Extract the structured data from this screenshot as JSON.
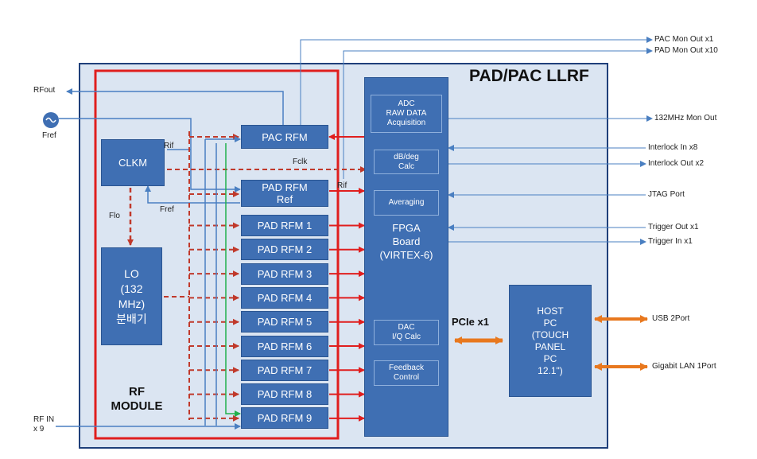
{
  "title": "PAD/PAC LLRF",
  "rf_module_label": "RF\nMODULE",
  "blocks": {
    "clkm": "CLKM",
    "lo": "LO\n(132\nMHz)\n분배기",
    "pac_rfm": "PAC RFM",
    "pad_rfm_ref": "PAD RFM\nRef",
    "pad_rfms": [
      "PAD RFM 1",
      "PAD RFM 2",
      "PAD RFM 3",
      "PAD RFM 4",
      "PAD RFM 5",
      "PAD RFM 6",
      "PAD RFM 7",
      "PAD RFM 8",
      "PAD RFM 9"
    ],
    "fpga": "FPGA\nBoard\n(VIRTEX-6)",
    "host": "HOST\nPC\n(TOUCH\nPANEL\nPC\n12.1\")"
  },
  "fpga_subs": [
    "ADC\nRAW DATA\nAcquisition",
    "dB/deg\nCalc",
    "Averaging",
    "DAC\nI/Q Calc",
    "Feedback\nControl"
  ],
  "signals": {
    "rfout": "RFout",
    "fref": "Fref",
    "fref2": "Fref",
    "rif": "Rif",
    "rif2": "Rif",
    "fclk": "Fclk",
    "flo": "Flo",
    "rf_in": "RF IN\nx 9",
    "pcie": "PCIe x1"
  },
  "right_ports": [
    "PAC Mon Out x1",
    "PAD Mon Out x10",
    "132MHz Mon Out",
    "Interlock In x8",
    "Interlock Out x2",
    "JTAG Port",
    "Trigger Out x1",
    "Trigger In x1",
    "USB 2Port",
    "Gigabit LAN 1Port"
  ],
  "colors": {
    "block": "#3f6fb3",
    "frame": "#1f3f7a",
    "panel": "#dbe5f2",
    "rf_frame": "#e01e1e",
    "dashed": "#c0392b",
    "signal": "#4a7fc1",
    "orange": "#e8781e",
    "green": "#22b14c"
  }
}
